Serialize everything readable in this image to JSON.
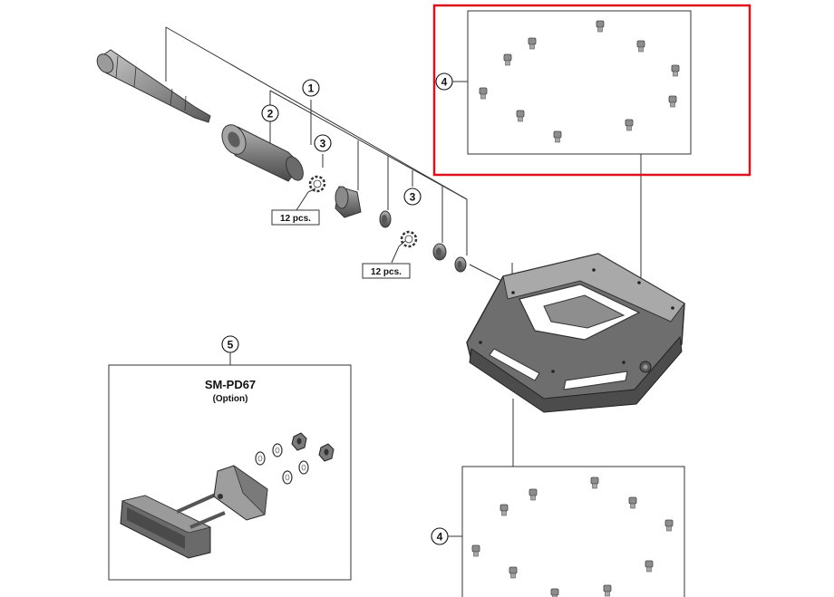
{
  "diagram": {
    "callouts": {
      "c1": "1",
      "c2": "2",
      "c3a": "3",
      "c3b": "3",
      "c4a": "4",
      "c4b": "4",
      "c5": "5"
    },
    "quantity_labels": {
      "q1": "12 pcs.",
      "q2": "12 pcs."
    },
    "option_box": {
      "title": "SM-PD67",
      "subtitle": "(Option)"
    },
    "highlight_color": "#e0101a"
  }
}
